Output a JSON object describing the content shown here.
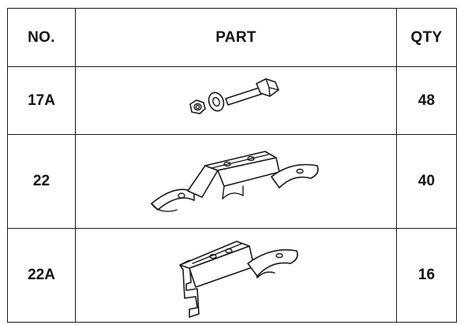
{
  "table": {
    "headers": {
      "no": "NO.",
      "part": "PART",
      "qty": "QTY"
    },
    "rows": [
      {
        "no": "17A",
        "part_icon": "bolt-washer-nut-icon",
        "qty": "48"
      },
      {
        "no": "22",
        "part_icon": "saddle-bracket-icon",
        "qty": "40"
      },
      {
        "no": "22A",
        "part_icon": "hook-bracket-icon",
        "qty": "16"
      }
    ]
  }
}
